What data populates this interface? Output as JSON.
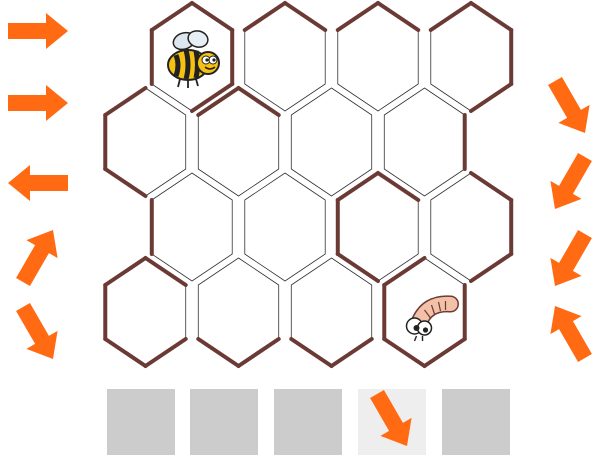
{
  "colors": {
    "arrow": "#ff6a13",
    "hive_border": "#6b3a35",
    "hive_inner": "#333333",
    "slot_empty": "#cccccc",
    "slot_filled": "#eeeeee",
    "background": "#ffffff"
  },
  "board": {
    "rows": 4,
    "cols": 4,
    "bee": {
      "row": 0,
      "col": 0,
      "icon": "bee-icon"
    },
    "larva": {
      "row": 3,
      "col": 3,
      "icon": "larva-icon"
    }
  },
  "left_arrows": [
    {
      "id": "right",
      "direction": "east",
      "icon": "arrow-right-icon"
    },
    {
      "id": "right-2",
      "direction": "east",
      "icon": "arrow-right-icon"
    },
    {
      "id": "left",
      "direction": "west",
      "icon": "arrow-left-icon"
    },
    {
      "id": "up-right",
      "direction": "north-east",
      "icon": "arrow-up-right-icon"
    },
    {
      "id": "down-right",
      "direction": "south-east",
      "icon": "arrow-down-right-icon"
    }
  ],
  "right_arrows": [
    {
      "id": "down-right",
      "direction": "south-east",
      "icon": "arrow-down-right-icon"
    },
    {
      "id": "down-left",
      "direction": "south-west",
      "icon": "arrow-down-left-icon"
    },
    {
      "id": "down-left-2",
      "direction": "south-west",
      "icon": "arrow-down-left-icon"
    },
    {
      "id": "up-left",
      "direction": "north-west",
      "icon": "arrow-up-left-icon"
    }
  ],
  "program_slots": [
    {
      "index": 1,
      "filled": false,
      "direction": ""
    },
    {
      "index": 2,
      "filled": false,
      "direction": ""
    },
    {
      "index": 3,
      "filled": false,
      "direction": ""
    },
    {
      "index": 4,
      "filled": true,
      "direction": "south-east",
      "icon": "arrow-down-right-icon"
    },
    {
      "index": 5,
      "filled": false,
      "direction": ""
    }
  ]
}
